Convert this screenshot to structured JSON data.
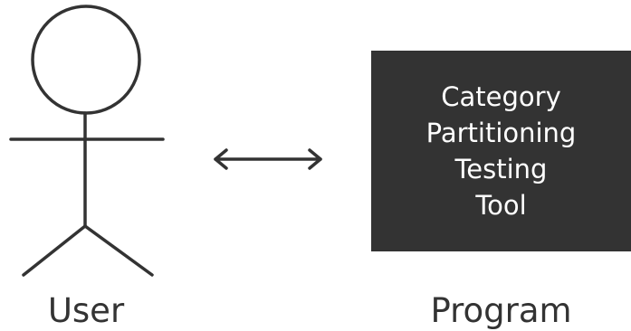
{
  "actor": {
    "label": "User"
  },
  "program": {
    "box_lines": [
      "Category",
      "Partitioning",
      "Testing",
      "Tool"
    ],
    "label": "Program"
  },
  "connector": {
    "type": "bidirectional-arrow"
  },
  "colors": {
    "stroke": "#333333",
    "box_fill": "#333333",
    "box_text": "#ffffff",
    "background": "#ffffff"
  }
}
